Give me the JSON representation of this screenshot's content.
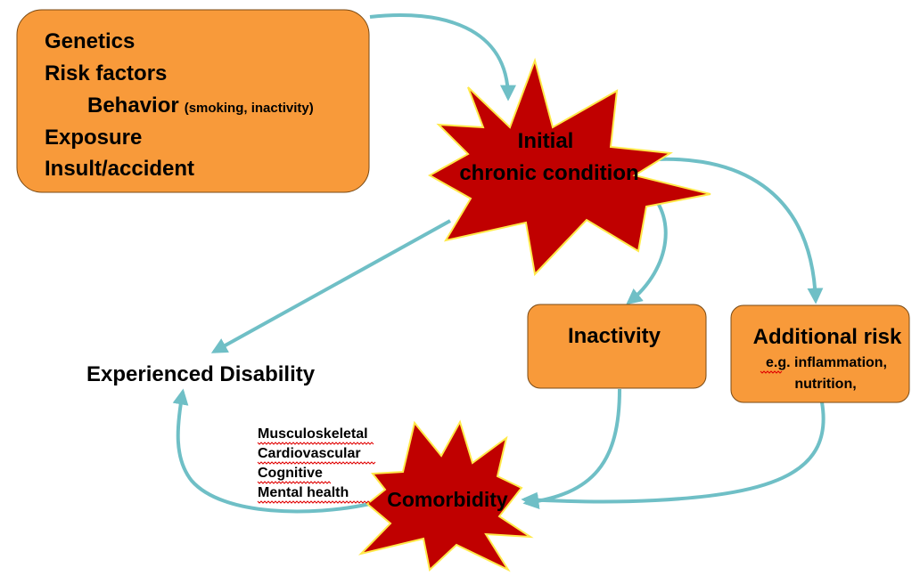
{
  "colors": {
    "box_fill": "#f89a3a",
    "star_fill": "#c00000",
    "star_stroke": "#ffe94a",
    "arrow": "#6fbfc6"
  },
  "source_box": {
    "genetics": "Genetics",
    "risk_factors": "Risk factors",
    "behavior": "Behavior",
    "behavior_note": "(smoking, inactivity)",
    "exposure": "Exposure",
    "insult": "Insult/accident"
  },
  "initial_condition": {
    "line1": "Initial",
    "line2": "chronic condition"
  },
  "inactivity_box": {
    "label": "Inactivity"
  },
  "additional_risk_box": {
    "title": "Additional risk",
    "detail1": "e.g. inflammation,",
    "detail2": "nutrition,"
  },
  "experienced_disability": {
    "label": "Experienced Disability"
  },
  "comorbidity": {
    "label": "Comorbidity",
    "types": [
      "Musculoskeletal",
      "Cardiovascular",
      "Cognitive",
      "Mental health"
    ]
  }
}
